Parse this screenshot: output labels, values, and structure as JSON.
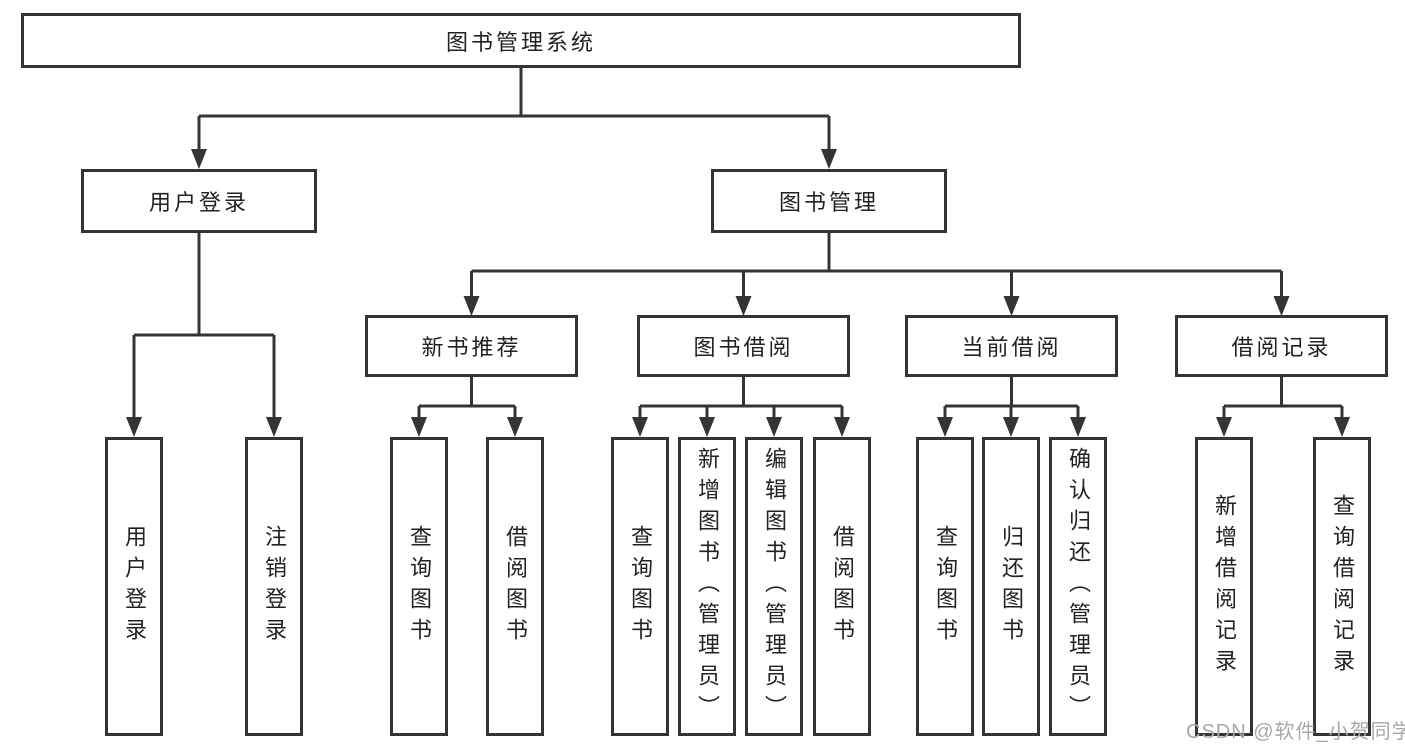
{
  "colors": {
    "line": "#343434",
    "box_border": "#343434",
    "text": "#222222",
    "watermark": "#a8a8a8",
    "background": "#ffffff"
  },
  "watermark": "CSDN @软件_小贺同学",
  "tree": {
    "root": "图书管理系统",
    "level2": {
      "user_login": "用户登录",
      "book_management": "图书管理"
    },
    "level3": {
      "new_book_recommend": "新书推荐",
      "book_borrow": "图书借阅",
      "current_borrow": "当前借阅",
      "borrow_records": "借阅记录"
    },
    "leaves": {
      "user_login": [
        "用户登录",
        "注销登录"
      ],
      "new_book_recommend": [
        "查询图书",
        "借阅图书"
      ],
      "book_borrow": [
        "查询图书",
        "新增图书（管理员）",
        "编辑图书（管理员）",
        "借阅图书"
      ],
      "current_borrow": [
        "查询图书",
        "归还图书",
        "确认归还（管理员）"
      ],
      "borrow_records": [
        "新增借阅记录",
        "查询借阅记录"
      ]
    }
  }
}
